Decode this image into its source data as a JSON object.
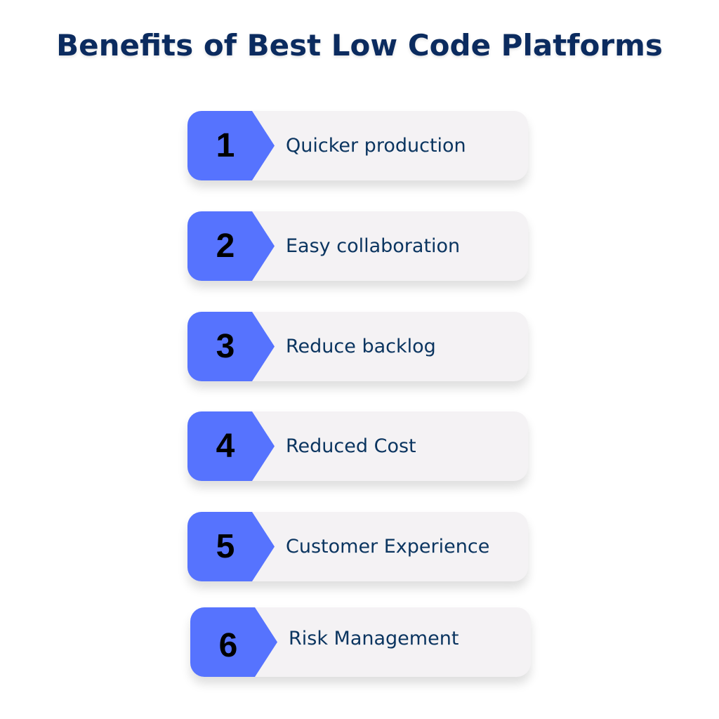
{
  "title": "Benefits of Best Low Code Platforms",
  "colors": {
    "title": "#0b2b5f",
    "badge": "#5673fe",
    "card": "#f4f2f4",
    "label": "#0b3560"
  },
  "items": [
    {
      "number": "1",
      "label": "Quicker production"
    },
    {
      "number": "2",
      "label": "Easy collaboration"
    },
    {
      "number": "3",
      "label": "Reduce backlog"
    },
    {
      "number": "4",
      "label": "Reduced Cost"
    },
    {
      "number": "5",
      "label": "Customer Experience"
    },
    {
      "number": "6",
      "label": "Risk Management"
    }
  ]
}
